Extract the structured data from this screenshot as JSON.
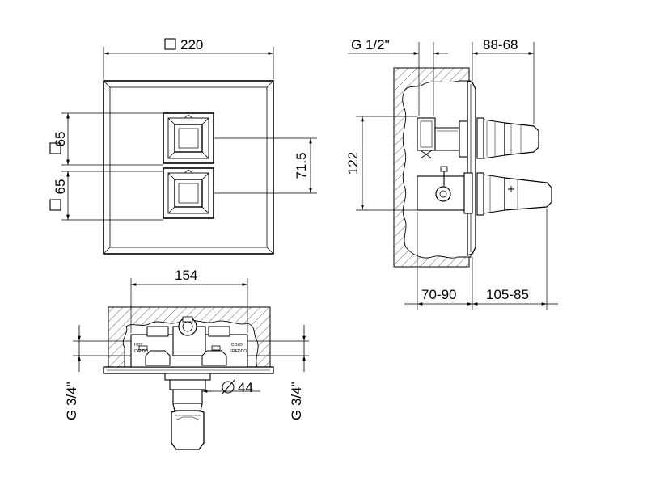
{
  "front_view": {
    "width_symbol": "□",
    "width_value": "220",
    "handle_height_top": "65",
    "handle_height_bottom": "65",
    "square_symbol": "□",
    "handle_spacing": "71.5"
  },
  "side_view": {
    "inlet_thread": "G 1/2\"",
    "handle_projection": "88-68",
    "vertical_spacing": "122",
    "wall_depth": "70-90",
    "total_projection": "105-85"
  },
  "top_view": {
    "connection_spacing": "154",
    "pipe_diameter_symbol": "Ø",
    "pipe_diameter": "44",
    "thread_left": "G 3/4\"",
    "thread_right": "G 3/4\"",
    "label_hot_top": "HOT",
    "label_hot_bottom": "CALDO",
    "label_cold_top": "COLD",
    "label_cold_bottom": "FREDDO"
  }
}
